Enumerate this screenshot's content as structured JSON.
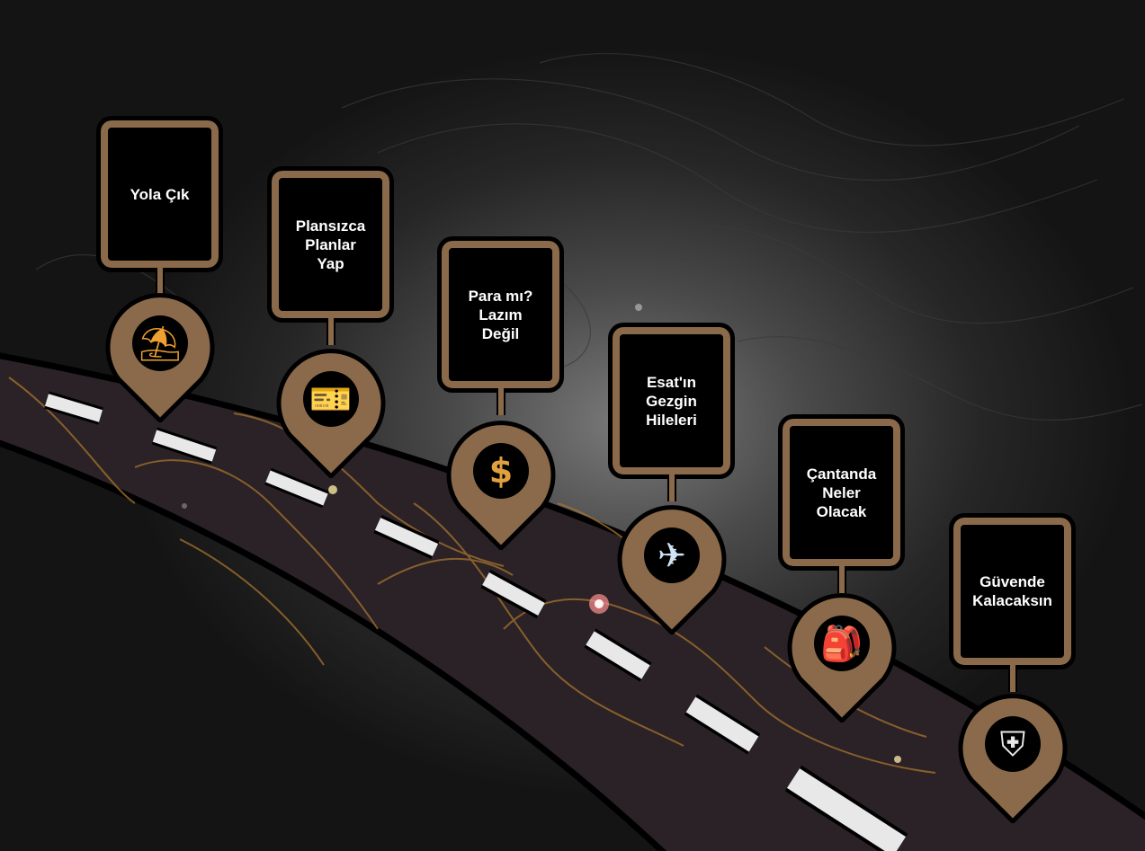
{
  "colors": {
    "card_border": "#8a6a4a",
    "pin_fill": "#8a6a4a",
    "road": "#2a2226",
    "lane_marking": "#e8e8e8",
    "contour": "#a8742e"
  },
  "steps": [
    {
      "label": "Yola Çık",
      "icon": "beach-umbrella-icon",
      "glyph": "⛱"
    },
    {
      "label": "Plansızca\nPlanlar\nYap",
      "icon": "concert-ticket-icon",
      "glyph": "🎫"
    },
    {
      "label": "Para mı?\nLazım\nDeğil",
      "icon": "money-bag-icon",
      "glyph": "$"
    },
    {
      "label": "Esat'ın\nGezgin\nHileleri",
      "icon": "airplane-icon",
      "glyph": "✈"
    },
    {
      "label": "Çantanda\nNeler\nOlacak",
      "icon": "backpack-icon",
      "glyph": "🎒"
    },
    {
      "label": "Güvende\nKalacaksın",
      "icon": "shield-icon",
      "glyph": "⛨"
    }
  ]
}
